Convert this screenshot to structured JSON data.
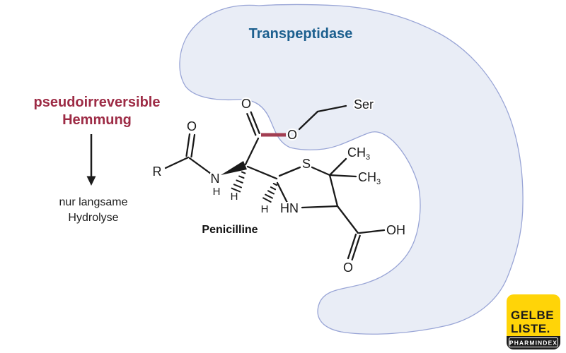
{
  "enzyme": {
    "label": "Transpeptidase"
  },
  "mechanism": {
    "title_line1": "pseudoirreversible",
    "title_line2": "Hemmung",
    "note_line1": "nur langsame",
    "note_line2": "Hydrolyse"
  },
  "molecule": {
    "name": "Penicilline",
    "residue": "Ser",
    "atoms": {
      "r_group": "R",
      "amide_o": "O",
      "amide_n": "N",
      "amide_h": "H",
      "alpha_h": "H",
      "ester_carbonyl_o": "O",
      "ester_o": "O",
      "sulfur": "S",
      "methyl_top_base": "CH",
      "methyl_top_sub": "3",
      "methyl_bottom_base": "CH",
      "methyl_bottom_sub": "3",
      "ring_h": "H",
      "ring_hn": "HN",
      "carboxyl_oh": "OH",
      "carboxyl_o": "O"
    }
  },
  "logo": {
    "line1": "GELBE",
    "line2": "LISTE.",
    "tagline": "PHARMINDEX"
  },
  "colors": {
    "enzyme_fill": "#e9edf6",
    "enzyme_stroke": "#99a5d6",
    "enzyme_label_text": "#1d608f",
    "mechanism_text": "#9d2b45",
    "covalent_bond": "#a23e52",
    "structure": "#1a1a1a",
    "logo_yellow": "#ffd408",
    "logo_black": "#1b1b1b"
  }
}
